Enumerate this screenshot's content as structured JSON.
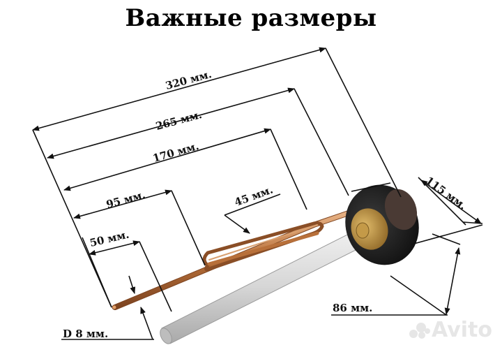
{
  "title": "Важные размеры",
  "dimensions": {
    "overall_length": "320 мм.",
    "length_2": "265 мм.",
    "length_3": "170 мм.",
    "length_4": "95 мм.",
    "length_5": "45 мм.",
    "tip_length": "50 мм.",
    "flange_diameter": "115 мм.",
    "flange_inner": "86 мм.",
    "tube_diameter": "D 8 мм."
  },
  "watermark": "Avito",
  "colors": {
    "line": "#111111",
    "copper": "#b8703a",
    "copper_light": "#d9a070",
    "anode": "#c9c9c9",
    "anode_light": "#e8e8e8",
    "flange": "#1e1e1e",
    "brass": "#b08a3c",
    "watermark": "#e6e6e6"
  }
}
